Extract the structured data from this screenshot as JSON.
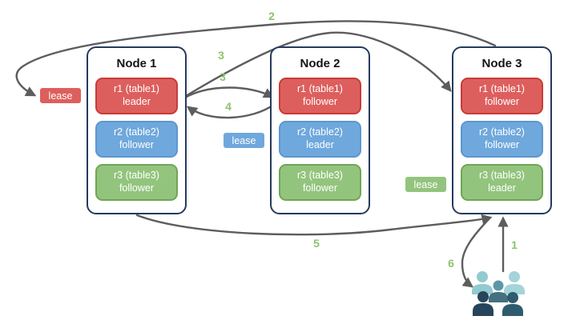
{
  "nodes": [
    {
      "title": "Node 1",
      "replicas": [
        {
          "line1": "r1 (table1)",
          "line2": "leader",
          "color": "red"
        },
        {
          "line1": "r2 (table2)",
          "line2": "follower",
          "color": "blue"
        },
        {
          "line1": "r3 (table3)",
          "line2": "follower",
          "color": "green"
        }
      ]
    },
    {
      "title": "Node 2",
      "replicas": [
        {
          "line1": "r1 (table1)",
          "line2": "follower",
          "color": "red"
        },
        {
          "line1": "r2 (table2)",
          "line2": "leader",
          "color": "blue"
        },
        {
          "line1": "r3 (table3)",
          "line2": "follower",
          "color": "green"
        }
      ]
    },
    {
      "title": "Node 3",
      "replicas": [
        {
          "line1": "r1 (table1)",
          "line2": "follower",
          "color": "red"
        },
        {
          "line1": "r2 (table2)",
          "line2": "follower",
          "color": "blue"
        },
        {
          "line1": "r3 (table3)",
          "line2": "leader",
          "color": "green"
        }
      ]
    }
  ],
  "leases": [
    {
      "label": "lease",
      "color": "red"
    },
    {
      "label": "lease",
      "color": "blue"
    },
    {
      "label": "lease",
      "color": "green"
    }
  ],
  "arrows": [
    {
      "step": "1",
      "from": "users",
      "to": "node3-r3-leader"
    },
    {
      "step": "2",
      "from": "node3",
      "to": "lease-red"
    },
    {
      "step": "3",
      "from": "node1-r1-leader",
      "to": "node3-r1-follower"
    },
    {
      "step": "3",
      "from": "node1-r1-leader",
      "to": "node2-r1-follower"
    },
    {
      "step": "4",
      "from": "node2-r1-follower",
      "to": "node1-r1-leader"
    },
    {
      "step": "5",
      "from": "node1",
      "to": "node3-r3-leader"
    },
    {
      "step": "6",
      "from": "node3-r3-leader",
      "to": "users"
    }
  ],
  "icons": {
    "users": "users-group-icon"
  },
  "colors": {
    "replica_red_fill": "#DD5F5D",
    "replica_red_border": "#C93B38",
    "replica_blue_fill": "#6FA8DC",
    "replica_blue_border": "#5E97CE",
    "replica_green_fill": "#93C47D",
    "replica_green_border": "#70A557",
    "node_border": "#253A5E",
    "arrow": "#5D5D5D",
    "step_label": "#8CC36C",
    "users_light_teal": "#92CAD0",
    "users_mid_teal": "#5D97A6",
    "users_slate": "#44707F",
    "users_dark_navy": "#27455A",
    "users_dark_teal": "#2E5B6E"
  }
}
